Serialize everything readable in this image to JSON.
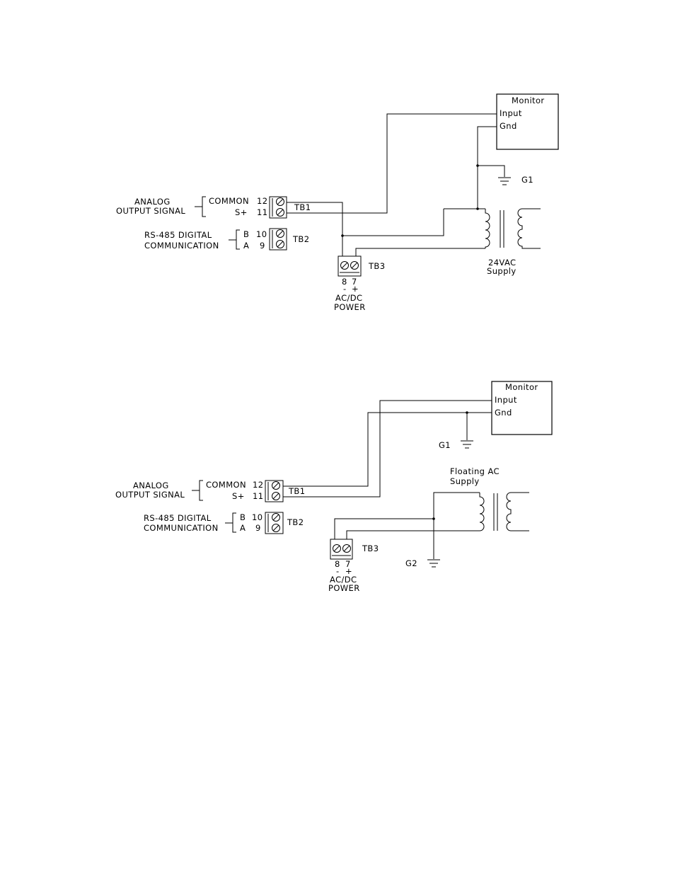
{
  "diagram1": {
    "monitor": {
      "title": "Monitor",
      "input": "Input",
      "gnd": "Gnd"
    },
    "ground": "G1",
    "analog_line1": "ANALOG",
    "analog_line2": "OUTPUT  SIGNAL",
    "common": "COMMON",
    "s_plus": "S+",
    "pin12": "12",
    "pin11": "11",
    "tb1": "TB1",
    "rs485_line1": "RS-485 DIGITAL",
    "rs485_line2": "COMMUNICATION",
    "b": "B",
    "a": "A",
    "pin10": "10",
    "pin9": "9",
    "tb2": "TB2",
    "tb3": "TB3",
    "pin8": "8",
    "pin7": "7",
    "minus": "-",
    "plus": "+",
    "power_line1": "AC/DC",
    "power_line2": "POWER",
    "supply_line1": "24VAC",
    "supply_line2": "Supply"
  },
  "diagram2": {
    "monitor": {
      "title": "Monitor",
      "input": "Input",
      "gnd": "Gnd"
    },
    "ground1": "G1",
    "ground2": "G2",
    "analog_line1": "ANALOG",
    "analog_line2": "OUTPUT  SIGNAL",
    "common": "COMMON",
    "s_plus": "S+",
    "pin12": "12",
    "pin11": "11",
    "tb1": "TB1",
    "rs485_line1": "RS-485 DIGITAL",
    "rs485_line2": "COMMUNICATION",
    "b": "B",
    "a": "A",
    "pin10": "10",
    "pin9": "9",
    "tb2": "TB2",
    "tb3": "TB3",
    "pin8": "8",
    "pin7": "7",
    "minus": "-",
    "plus": "+",
    "power_line1": "AC/DC",
    "power_line2": "POWER",
    "supply_line1": "Floating AC",
    "supply_line2": "Supply"
  }
}
